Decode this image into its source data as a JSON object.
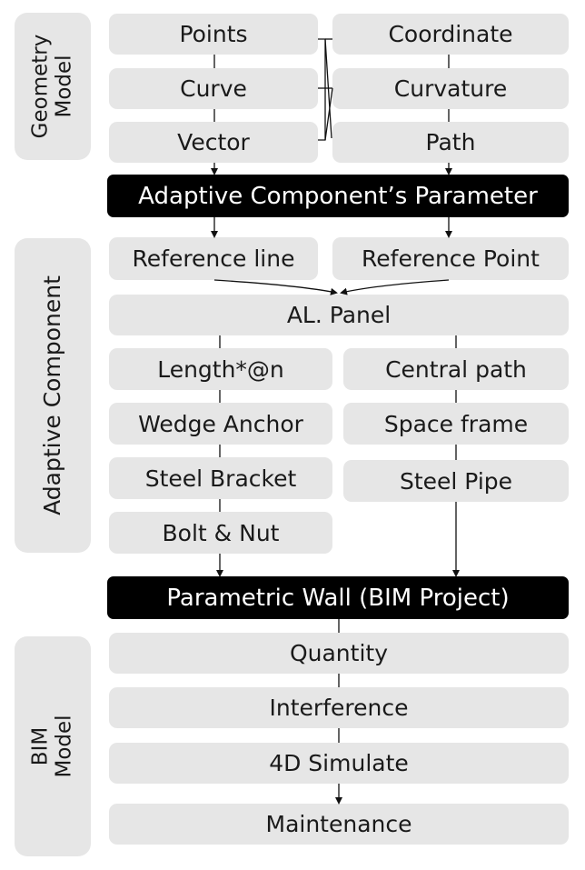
{
  "sections": {
    "geometry_model": {
      "line1": "Geometry",
      "line2": "Model"
    },
    "adaptive_component": {
      "line1": "Adaptive Component"
    },
    "bim_model": {
      "line1": "BIM",
      "line2": "Model"
    }
  },
  "geometry": {
    "left": [
      "Points",
      "Curve",
      "Vector"
    ],
    "right": [
      "Coordinate",
      "Curvature",
      "Path"
    ]
  },
  "adaptive_parameter": "Adaptive Component’s Parameter",
  "references": {
    "left": "Reference line",
    "right": "Reference Point"
  },
  "al_panel": "AL. Panel",
  "components": {
    "left": [
      "Length*@n",
      "Wedge Anchor",
      "Steel Bracket",
      "Bolt & Nut"
    ],
    "right": [
      "Central path",
      "Space frame",
      "Steel Pipe"
    ]
  },
  "parametric_wall": "Parametric Wall (BIM Project)",
  "bim": [
    "Quantity",
    "Interference",
    "4D Simulate",
    "Maintenance"
  ],
  "colors": {
    "box": "#e6e6e6",
    "dark_box": "#000000",
    "line": "#111111"
  }
}
